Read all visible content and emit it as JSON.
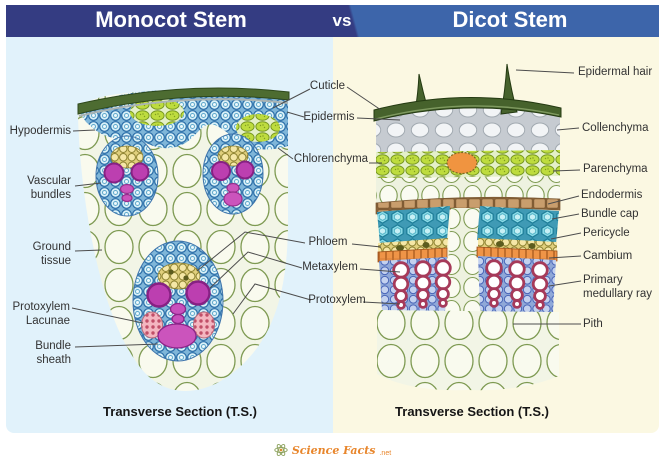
{
  "header": {
    "left_title": "Monocot Stem",
    "vs": "vs",
    "right_title": "Dicot Stem"
  },
  "monocot": {
    "labels": {
      "hypodermis": "Hypodermis",
      "vascular_bundles": "Vascular bundles",
      "ground_tissue": "Ground tissue",
      "protoxylem_lacunae": "Protoxylem Lacunae",
      "bundle_sheath": "Bundle sheath"
    },
    "caption": "Transverse Section (T.S.)"
  },
  "shared": {
    "labels": {
      "cuticle": "Cuticle",
      "epidermis": "Epidermis",
      "chlorenchyma": "Chlorenchyma",
      "phloem": "Phloem",
      "metaxylem": "Metaxylem",
      "protoxylem": "Protoxylem"
    }
  },
  "dicot": {
    "labels": {
      "epidermal_hair": "Epidermal hair",
      "collenchyma": "Collenchyma",
      "parenchyma": "Parenchyma",
      "endodermis": "Endodermis",
      "bundle_cap": "Bundle cap",
      "pericycle": "Pericycle",
      "cambium": "Cambium",
      "primary_medullary_ray": "Primary medullary ray",
      "pith": "Pith"
    },
    "caption": "Transverse Section (T.S.)"
  },
  "footer": {
    "brand": "Science Facts",
    "brand_suffix": ".net"
  },
  "colors": {
    "header_navy": "#343c82",
    "header_blue": "#3d65aa",
    "panel_left": "#e1f2fb",
    "panel_right": "#fbf8e2",
    "brand_orange": "#e8862c",
    "label_text": "#333333"
  }
}
